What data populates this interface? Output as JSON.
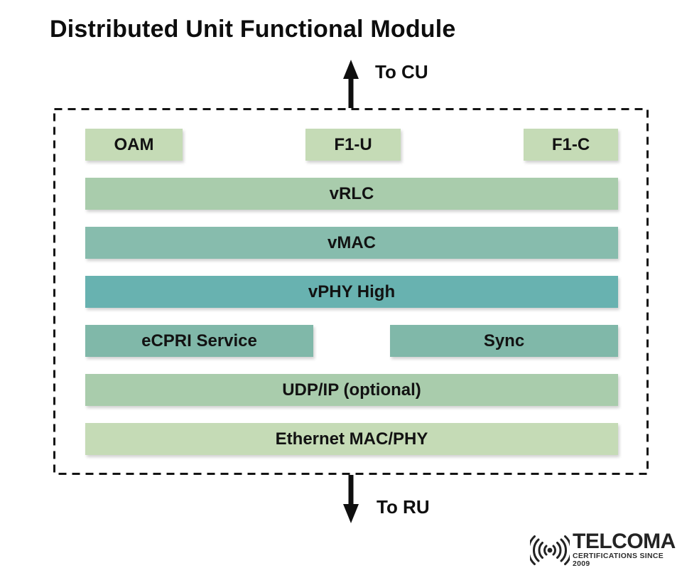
{
  "title": "Distributed Unit Functional Module",
  "arrows": {
    "to_cu": "To CU",
    "to_ru": "To RU"
  },
  "module": {
    "blocks": {
      "oam": "OAM",
      "f1u": "F1-U",
      "f1c": "F1-C",
      "vrlc": "vRLC",
      "vmac": "vMAC",
      "vphy_high": "vPHY High",
      "ecpri_service": "eCPRI Service",
      "sync": "Sync",
      "udp_ip": "UDP/IP (optional)",
      "ethernet": "Ethernet MAC/PHY"
    }
  },
  "logo": {
    "brand": "TELCOMA",
    "tagline": "CERTIFICATIONS SINCE 2009"
  },
  "colors": {
    "block_light_green": "#c5dbb6",
    "block_sage_green": "#a9ccac",
    "block_teal_green": "#87bcad",
    "block_teal": "#68b2b0",
    "block_ecpri_sync": "#80b8a9",
    "text": "#111111",
    "arrow": "#0f0f0f",
    "boundary": "#141414",
    "logo": "#232323"
  }
}
